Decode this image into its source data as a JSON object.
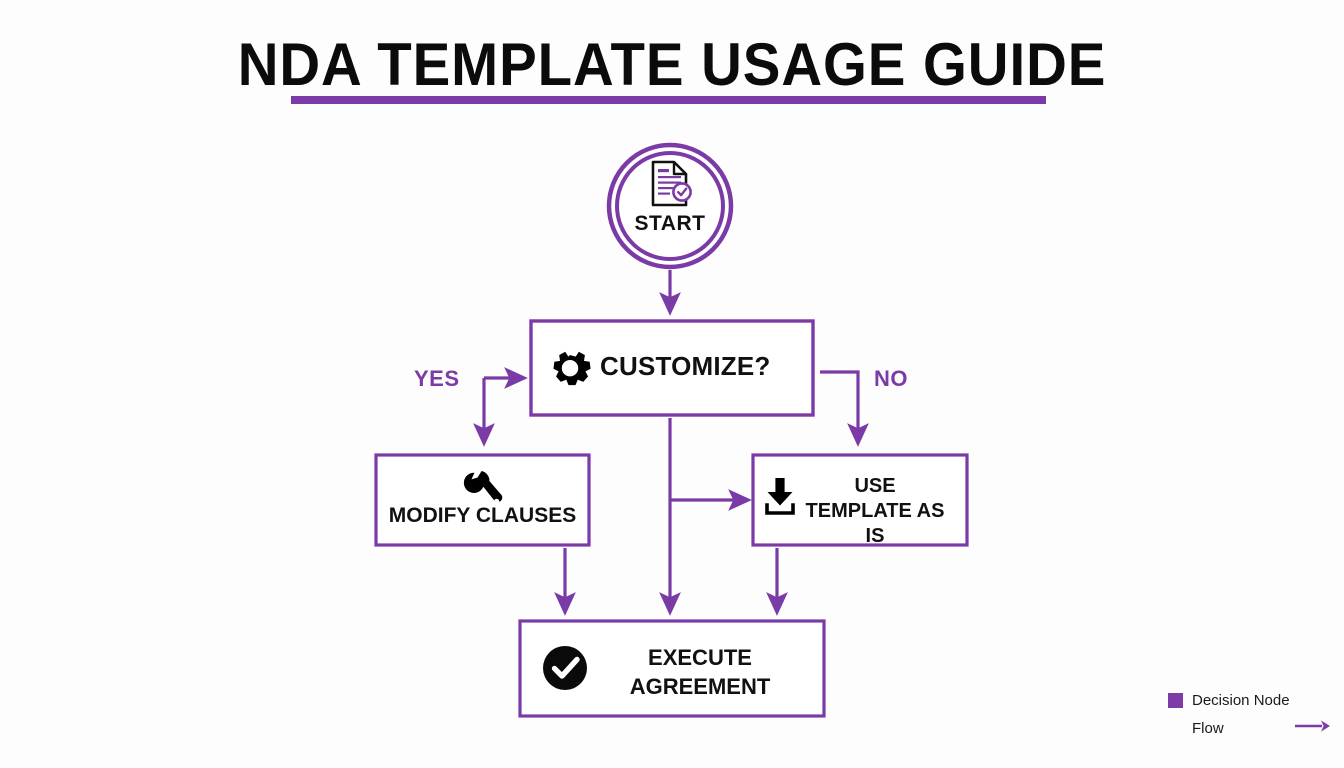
{
  "title": {
    "text": "NDA TEMPLATE USAGE GUIDE",
    "underline_color": "#7b3ba6"
  },
  "theme": {
    "background": "#fdfdfd",
    "accent_purple": "#7b3ba6",
    "legend_purple": "#7e3ba8",
    "node_text": "#111111",
    "icon_black": "#000000"
  },
  "diagram_data": {
    "type": "flowchart",
    "nodes": [
      {
        "id": "start",
        "label": "START",
        "shape": "double-circle",
        "icon": "document-check-icon"
      },
      {
        "id": "customize",
        "label": "CUSTOMIZE?",
        "shape": "rectangle",
        "icon": "gear-icon",
        "role": "decision"
      },
      {
        "id": "modify",
        "label": "MODIFY CLAUSES",
        "shape": "rectangle",
        "icon": "wrench-icon"
      },
      {
        "id": "use_template",
        "label": "USE\nTEMPLATE AS IS",
        "shape": "rectangle",
        "icon": "download-icon"
      },
      {
        "id": "execute",
        "label": "EXECUTE\nAGREEMENT",
        "shape": "rectangle",
        "icon": "check-circle-icon"
      }
    ],
    "edges": [
      {
        "from": "start",
        "to": "customize",
        "label": ""
      },
      {
        "from": "customize",
        "to": "modify",
        "label": "YES"
      },
      {
        "from": "customize",
        "to": "use_template",
        "label": "NO"
      },
      {
        "from": "customize",
        "to": "use_template",
        "label": ""
      },
      {
        "from": "customize",
        "to": "execute",
        "label": ""
      },
      {
        "from": "modify",
        "to": "execute",
        "label": ""
      },
      {
        "from": "use_template",
        "to": "execute",
        "label": ""
      }
    ],
    "branch_labels": {
      "yes": "YES",
      "no": "NO"
    }
  },
  "legend": {
    "items": [
      {
        "label": "Decision Node",
        "marker": "square-swatch"
      },
      {
        "label": "Flow",
        "marker": "arrow-right-icon"
      }
    ]
  }
}
